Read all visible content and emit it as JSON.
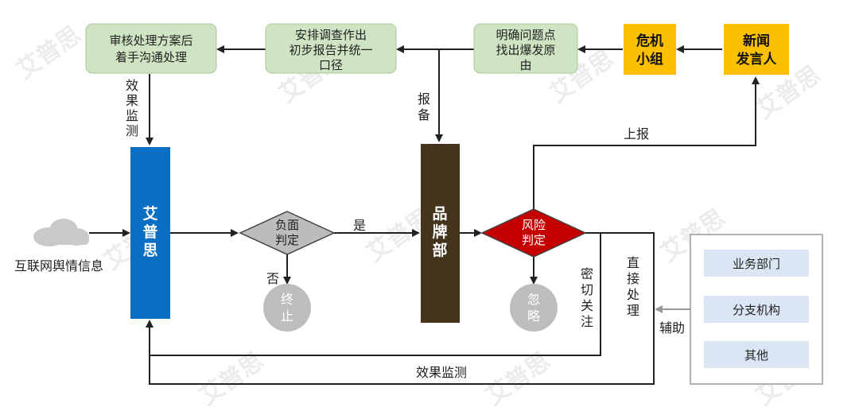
{
  "nodes": {
    "review_plan": [
      "审核处理方案后",
      "着手沟通处理"
    ],
    "arrange_investigation": [
      "安排调查作出",
      "初步报告并统一",
      "口径"
    ],
    "identify_issue": [
      "明确问题点",
      "找出爆发原",
      "由"
    ],
    "crisis_team": [
      "危机",
      "小组"
    ],
    "spokesperson": [
      "新闻",
      "发言人"
    ],
    "aipusi": [
      "艾",
      "普",
      "思"
    ],
    "negative_judge": [
      "负面",
      "判定"
    ],
    "brand_dept": [
      "品",
      "牌",
      "部"
    ],
    "risk_judge": [
      "风险",
      "判定"
    ],
    "terminate": [
      "终",
      "止"
    ],
    "ignore": [
      "忽",
      "略"
    ],
    "internet_opinion": "互联网舆情信息",
    "support_items": [
      "业务部门",
      "分支机构",
      "其他"
    ]
  },
  "edge_labels": {
    "effect_monitor_vertical": [
      "效",
      "果",
      "监",
      "测"
    ],
    "report_file": [
      "报",
      "备"
    ],
    "report_up": "上报",
    "yes": "是",
    "no": "否",
    "close_watch": [
      "密",
      "切",
      "关",
      "注"
    ],
    "direct_handle": [
      "直",
      "接",
      "处",
      "理"
    ],
    "assist": "辅助",
    "effect_monitor_bottom": "效果监测"
  },
  "watermark": "艾普思",
  "colors": {
    "green_box": "#cfe4c2",
    "green_border": "#a8c99a",
    "yellow_box": "#fcc000",
    "blue_bar": "#0a6fc2",
    "brown_bar": "#44341c",
    "grey_diamond": "#bcbcbc",
    "red_diamond": "#c40000",
    "grey_circle": "#bdbdbd",
    "support_box": "#dae6f3"
  }
}
